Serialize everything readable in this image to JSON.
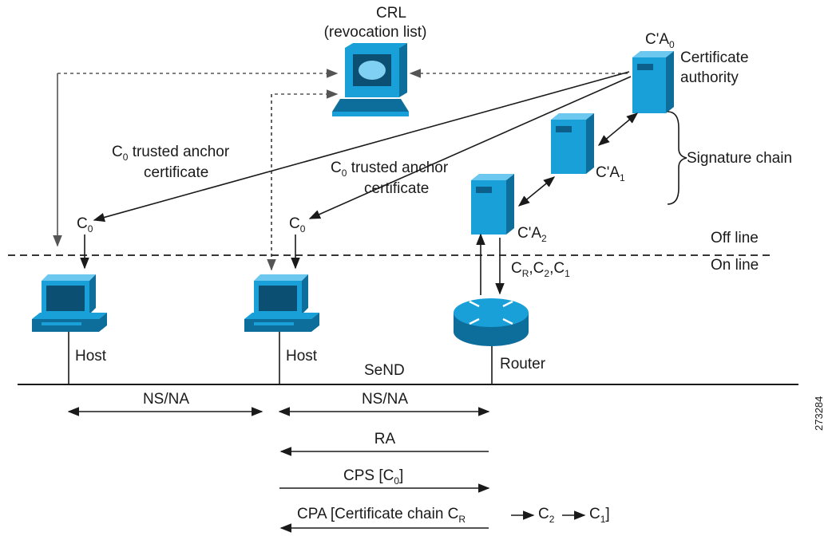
{
  "crl": {
    "title": "CRL",
    "subtitle": "(revocation list)"
  },
  "ca": {
    "name_main": "C'A",
    "name_sub": "0",
    "label_line1": "Certificate",
    "label_line2": "authority"
  },
  "ca1": {
    "main": "C'A",
    "sub": "1"
  },
  "ca2": {
    "main": "C'A",
    "sub": "2"
  },
  "signature_chain": "Signature chain",
  "anchor_left": {
    "c": "C",
    "sub": "0",
    "text": " trusted anchor",
    "line2": "certificate"
  },
  "anchor_mid": {
    "c": "C",
    "sub": "0",
    "text": " trusted anchor",
    "line2": "certificate"
  },
  "c0_left": {
    "c": "C",
    "sub": "0"
  },
  "c0_mid": {
    "c": "C",
    "sub": "0"
  },
  "offline": "Off line",
  "online": "On line",
  "router_chain": {
    "c1": "C",
    "s1": "R",
    "c2": ",C",
    "s2": "2",
    "c3": ",C",
    "s3": "1"
  },
  "host_left": "Host",
  "host_mid": "Host",
  "router": "Router",
  "send": "SeND",
  "msg_nsna_left": "NS/NA",
  "msg_nsna_mid": "NS/NA",
  "msg_ra": "RA",
  "msg_cps": {
    "text": "CPS [C",
    "sub": "0",
    "end": "]"
  },
  "msg_cpa": {
    "text": "CPA [Certificate chain C",
    "sub1": "R",
    "t2": "C",
    "sub2": "2",
    "t3": "C",
    "sub3": "1",
    "end": "]"
  },
  "figure_id": "273284"
}
